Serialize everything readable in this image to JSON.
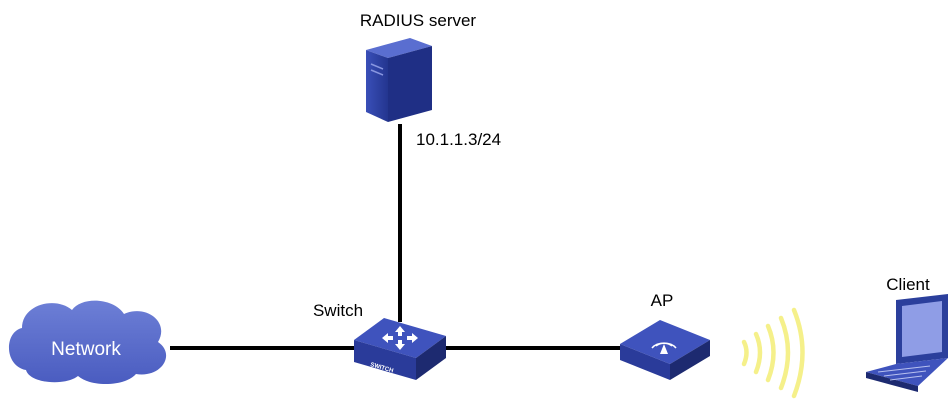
{
  "nodes": {
    "radius_server": {
      "label": "RADIUS server",
      "ip": "10.1.1.3/24"
    },
    "switch": {
      "label": "Switch",
      "badge": "SWITCH"
    },
    "network": {
      "label": "Network"
    },
    "ap": {
      "label": "AP"
    },
    "client": {
      "label": "Client"
    }
  },
  "colors": {
    "device_blue": "#2b3f9c",
    "device_light": "#4f63c4",
    "device_dark": "#1d2a70",
    "cloud": "#5a6ccc",
    "wireless_wave": "#f5f08a",
    "link": "#000000"
  }
}
